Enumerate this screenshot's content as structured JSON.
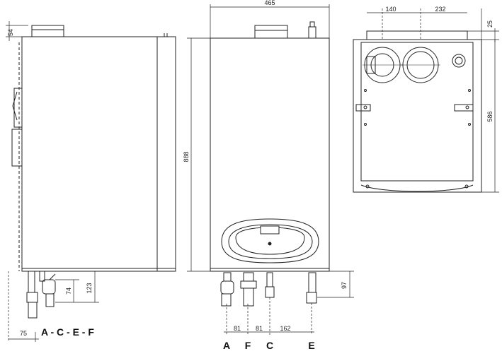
{
  "dimensions": {
    "side_top_offset": "54",
    "side_width_bottom": "75",
    "side_h74": "74",
    "side_h123": "123",
    "front_width": "465",
    "front_height": "888",
    "front_bottom_97": "97",
    "front_81a": "81",
    "front_81b": "81",
    "front_162": "162",
    "rear_140": "140",
    "rear_232": "232",
    "rear_25": "25",
    "rear_586": "586"
  },
  "labels": {
    "side_connections": "A - C - E - F",
    "conn_a": "A",
    "conn_f": "F",
    "conn_c": "C",
    "conn_e": "E"
  }
}
